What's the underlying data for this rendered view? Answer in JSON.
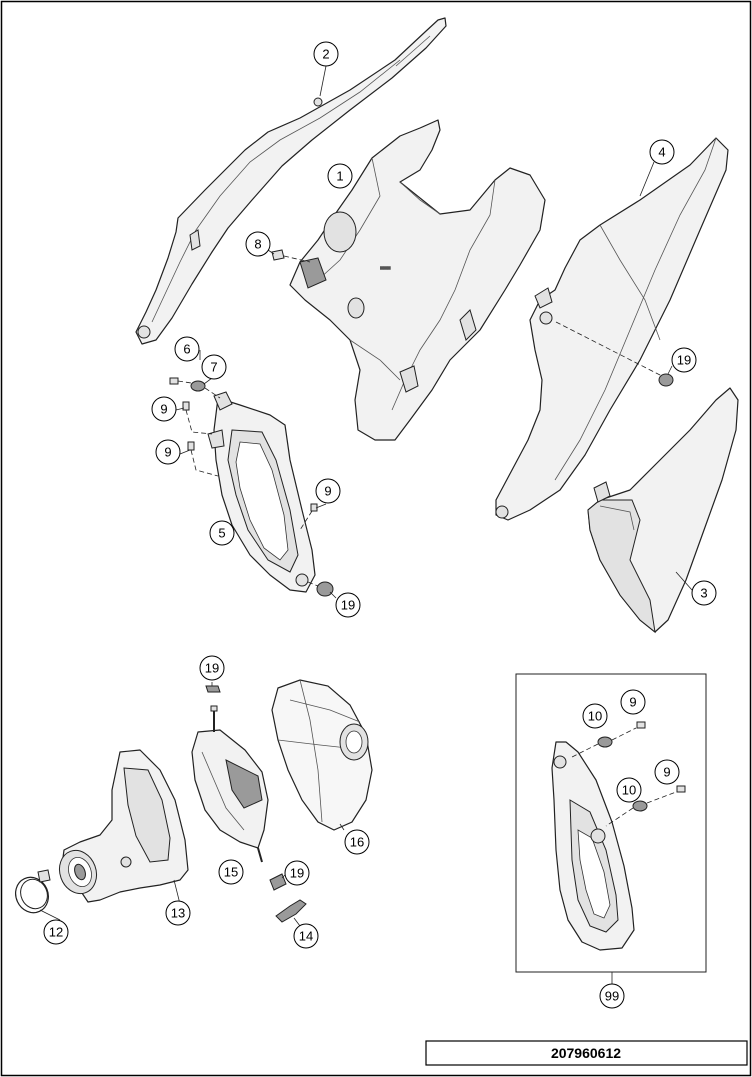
{
  "diagram": {
    "document_number": "207960612",
    "callouts": [
      {
        "id": "c2",
        "label": "2"
      },
      {
        "id": "c1",
        "label": "1"
      },
      {
        "id": "c4",
        "label": "4"
      },
      {
        "id": "c8",
        "label": "8"
      },
      {
        "id": "c6",
        "label": "6"
      },
      {
        "id": "c7",
        "label": "7"
      },
      {
        "id": "c19a",
        "label": "19"
      },
      {
        "id": "c9a",
        "label": "9"
      },
      {
        "id": "c9b",
        "label": "9"
      },
      {
        "id": "c9c",
        "label": "9"
      },
      {
        "id": "c5",
        "label": "5"
      },
      {
        "id": "c19b",
        "label": "19"
      },
      {
        "id": "c3",
        "label": "3"
      },
      {
        "id": "c19c",
        "label": "19"
      },
      {
        "id": "c16",
        "label": "16"
      },
      {
        "id": "c15",
        "label": "15"
      },
      {
        "id": "c19d",
        "label": "19"
      },
      {
        "id": "c13",
        "label": "13"
      },
      {
        "id": "c12",
        "label": "12"
      },
      {
        "id": "c14",
        "label": "14"
      },
      {
        "id": "c10a",
        "label": "10"
      },
      {
        "id": "c9d",
        "label": "9"
      },
      {
        "id": "c10b",
        "label": "10"
      },
      {
        "id": "c9e",
        "label": "9"
      },
      {
        "id": "c99",
        "label": "99"
      }
    ]
  }
}
